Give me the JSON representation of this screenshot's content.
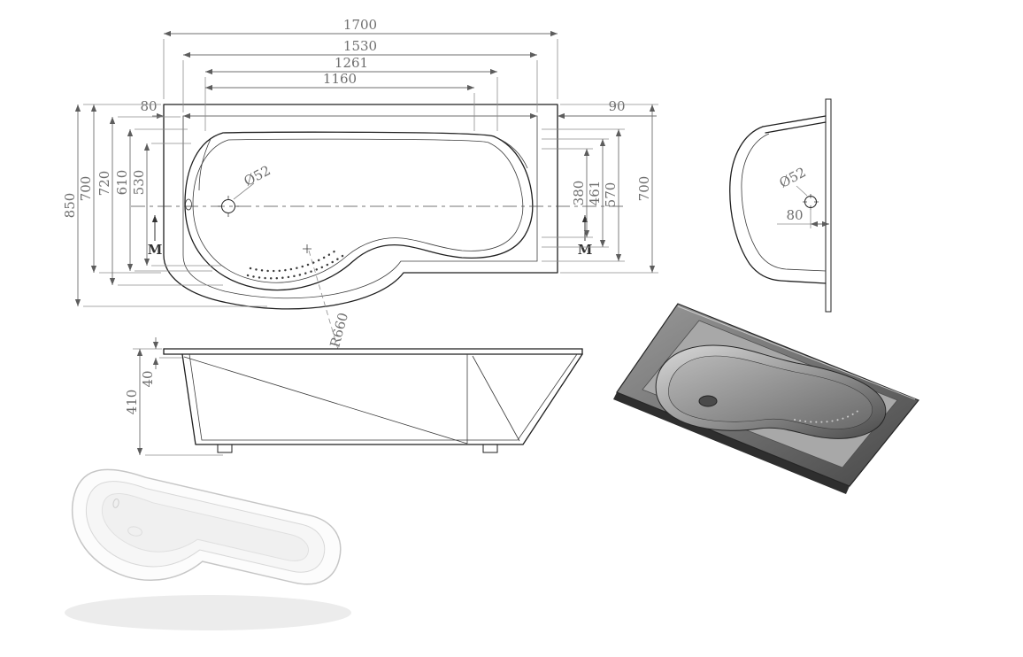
{
  "colors": {
    "object_line": "#1f1f1f",
    "dimension": "#6f6f6f"
  },
  "views": {
    "plan": {
      "dims": {
        "overall_length": "1700",
        "inner_length": "1530",
        "length_1261": "1261",
        "length_1160": "1160",
        "left_offset": "80",
        "right_offset": "90",
        "overall_width": "850",
        "left_width": "700",
        "width_720": "720",
        "width_610": "610",
        "width_530": "530",
        "drain_diameter": "Ø52",
        "width_380": "380",
        "width_461": "461",
        "width_570": "570",
        "right_width": "700",
        "marker_left": "M",
        "marker_right": "M",
        "radius": "R660"
      }
    },
    "front": {
      "dims": {
        "overall_height": "410",
        "rim_height": "40"
      }
    },
    "end": {
      "dims": {
        "drain_diameter": "Ø52",
        "drain_offset": "80"
      }
    }
  }
}
